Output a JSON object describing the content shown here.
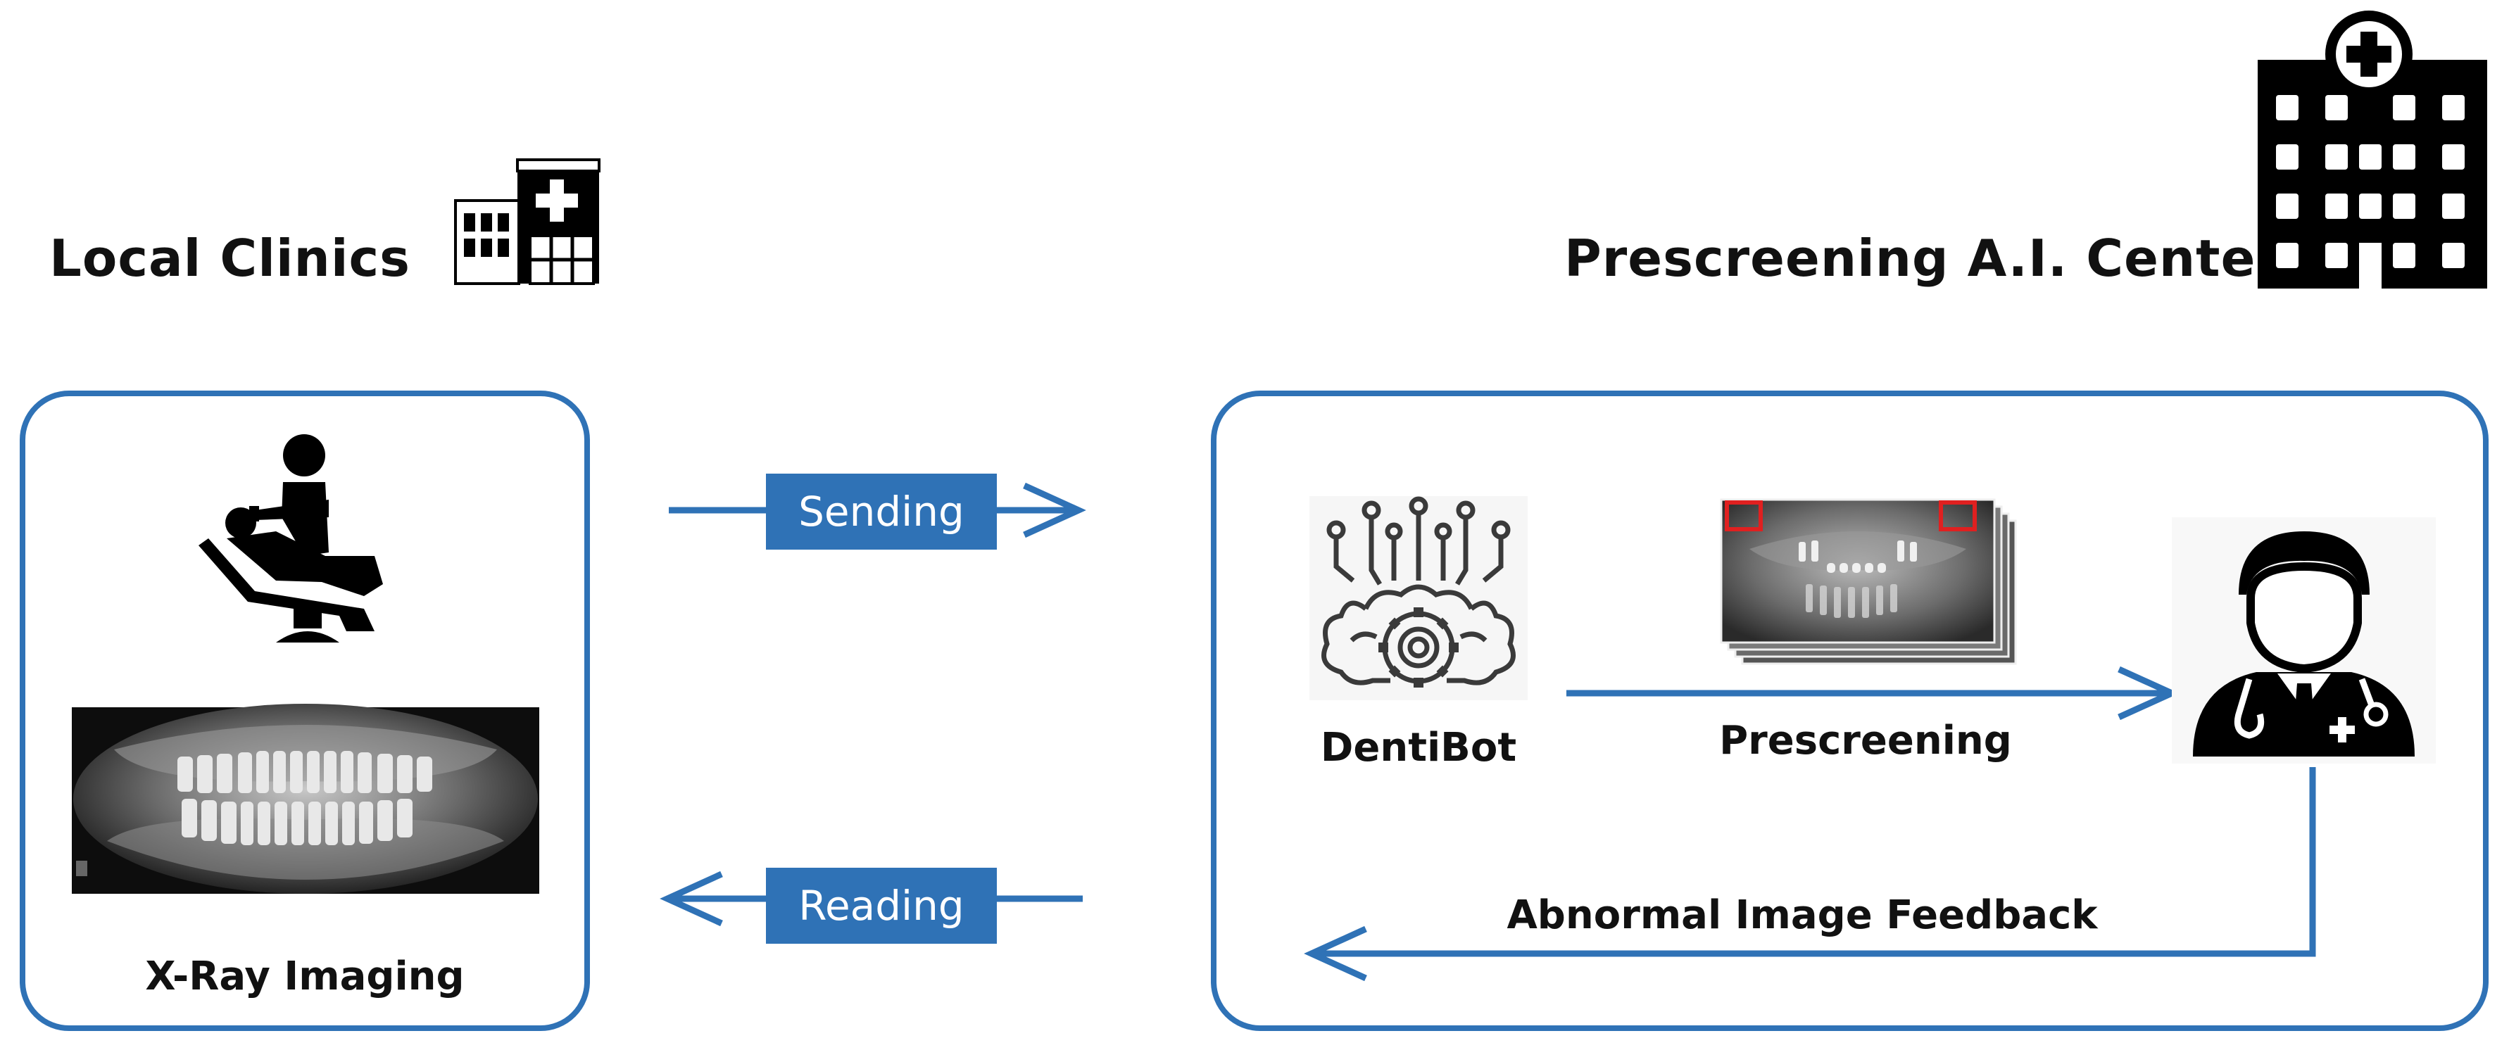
{
  "headings": {
    "left": "Local Clinics",
    "right": "Prescreening A.I. Center"
  },
  "arrows": {
    "sending": "Sending",
    "reading": "Reading"
  },
  "left_panel": {
    "caption": "X-Ray Imaging"
  },
  "right_panel": {
    "dentibot": "DentiBot",
    "prescreening": "Prescreening",
    "feedback": "Abnormal Image Feedback"
  },
  "colors": {
    "accent": "#2f72b6",
    "marker": "#e02020",
    "icon": "#000000"
  }
}
